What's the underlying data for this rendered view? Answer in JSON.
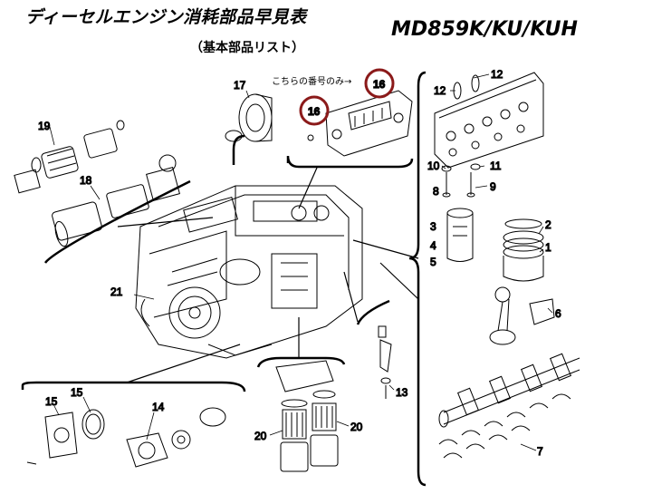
{
  "header": {
    "title": "ディーセルエンジン消耗部品早見表",
    "subtitle": "（基本部品リスト）",
    "model": "MD859K/KU/KUH"
  },
  "note": "こちらの番号のみ→",
  "callouts": {
    "p1": "1",
    "p2": "2",
    "p3": "3",
    "p4": "4",
    "p5": "5",
    "p6": "6",
    "p7": "7",
    "p8": "8",
    "p9": "9",
    "p10": "10",
    "p11": "11",
    "p12a": "12",
    "p12b": "12",
    "p13": "13",
    "p14": "14",
    "p15a": "15",
    "p15b": "15",
    "p16a": "16",
    "p16b": "16",
    "p17": "17",
    "p18": "18",
    "p19": "19",
    "p20a": "20",
    "p20b": "20",
    "p21": "21"
  },
  "colors": {
    "highlight": "#8b1a1a",
    "ink": "#000000"
  }
}
